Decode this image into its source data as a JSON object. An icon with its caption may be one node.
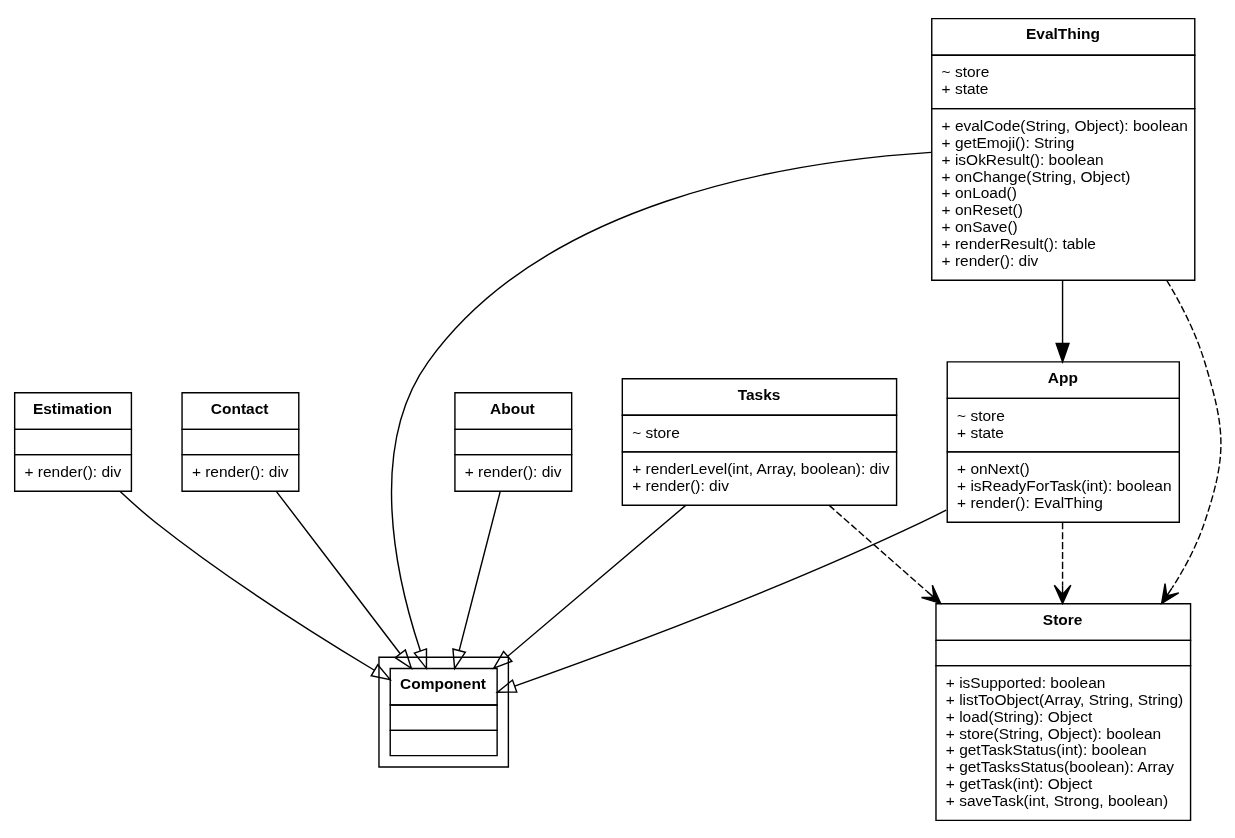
{
  "diagram": {
    "nodes": [
      {
        "text": [
          "Tasks",
          "~ store",
          "+ renderLevel(int, Array, boolean): div",
          "+ render(): div"
        ]
      },
      {
        "text": [
          "About",
          "+ render(): div"
        ]
      },
      {
        "text": [
          "Estimation",
          "+ render(): div"
        ]
      },
      {
        "text": [
          "Contact",
          "+ render(): div"
        ]
      },
      {
        "text": [],
        "shape": "box"
      },
      {
        "text": [
          "Component"
        ],
        "in": 4
      },
      {
        "text": [
          "EvalThing",
          "~ store",
          "+ state",
          "+ evalCode(String, Object): boolean",
          "+ getEmoji(): String",
          "+ isOkResult(): boolean",
          "+ onChange(String, Object)",
          "+ onLoad()",
          "+ onReset()",
          "+ onSave()",
          "+ renderResult(): table",
          "+ render(): div"
        ]
      },
      {
        "text": [
          "Store",
          "+ isSupported: boolean",
          "+ listToObject(Array, String, String)",
          "+ load(String): Object",
          "+ store(String, Object): boolean",
          "+ getTaskStatus(int): boolean",
          "+ getTasksStatus(boolean): Array",
          "+ getTask(int): Object",
          "+ saveTask(int, Strong, boolean)"
        ]
      },
      {
        "text": [
          "App",
          "~ store",
          "+ state",
          "+ onNext()",
          "+ isReadyForTask(int): boolean",
          "+ render(): EvalThing"
        ]
      }
    ],
    "edges": [
      {
        "from": 0,
        "to": 5,
        "arrow": "to"
      },
      {
        "from": 1,
        "to": 5,
        "arrow": "to"
      },
      {
        "from": 2,
        "to": 5,
        "arrow": "to"
      },
      {
        "from": 3,
        "to": 5,
        "arrow": "to"
      },
      {
        "from": 8,
        "to": 5,
        "arrow": "to"
      },
      {
        "from": 6,
        "to": 5,
        "arrow": "to"
      },
      {
        "from": 0,
        "to": 7,
        "arrow": "to",
        "style": "dashed"
      },
      {
        "from": 8,
        "to": 7,
        "arrow": "to",
        "style": "dashed"
      },
      {
        "from": 6,
        "to": 8,
        "arrow": "to"
      },
      {
        "from": 6,
        "to": 7,
        "arrow": "to",
        "style": "dashed"
      }
    ]
  }
}
